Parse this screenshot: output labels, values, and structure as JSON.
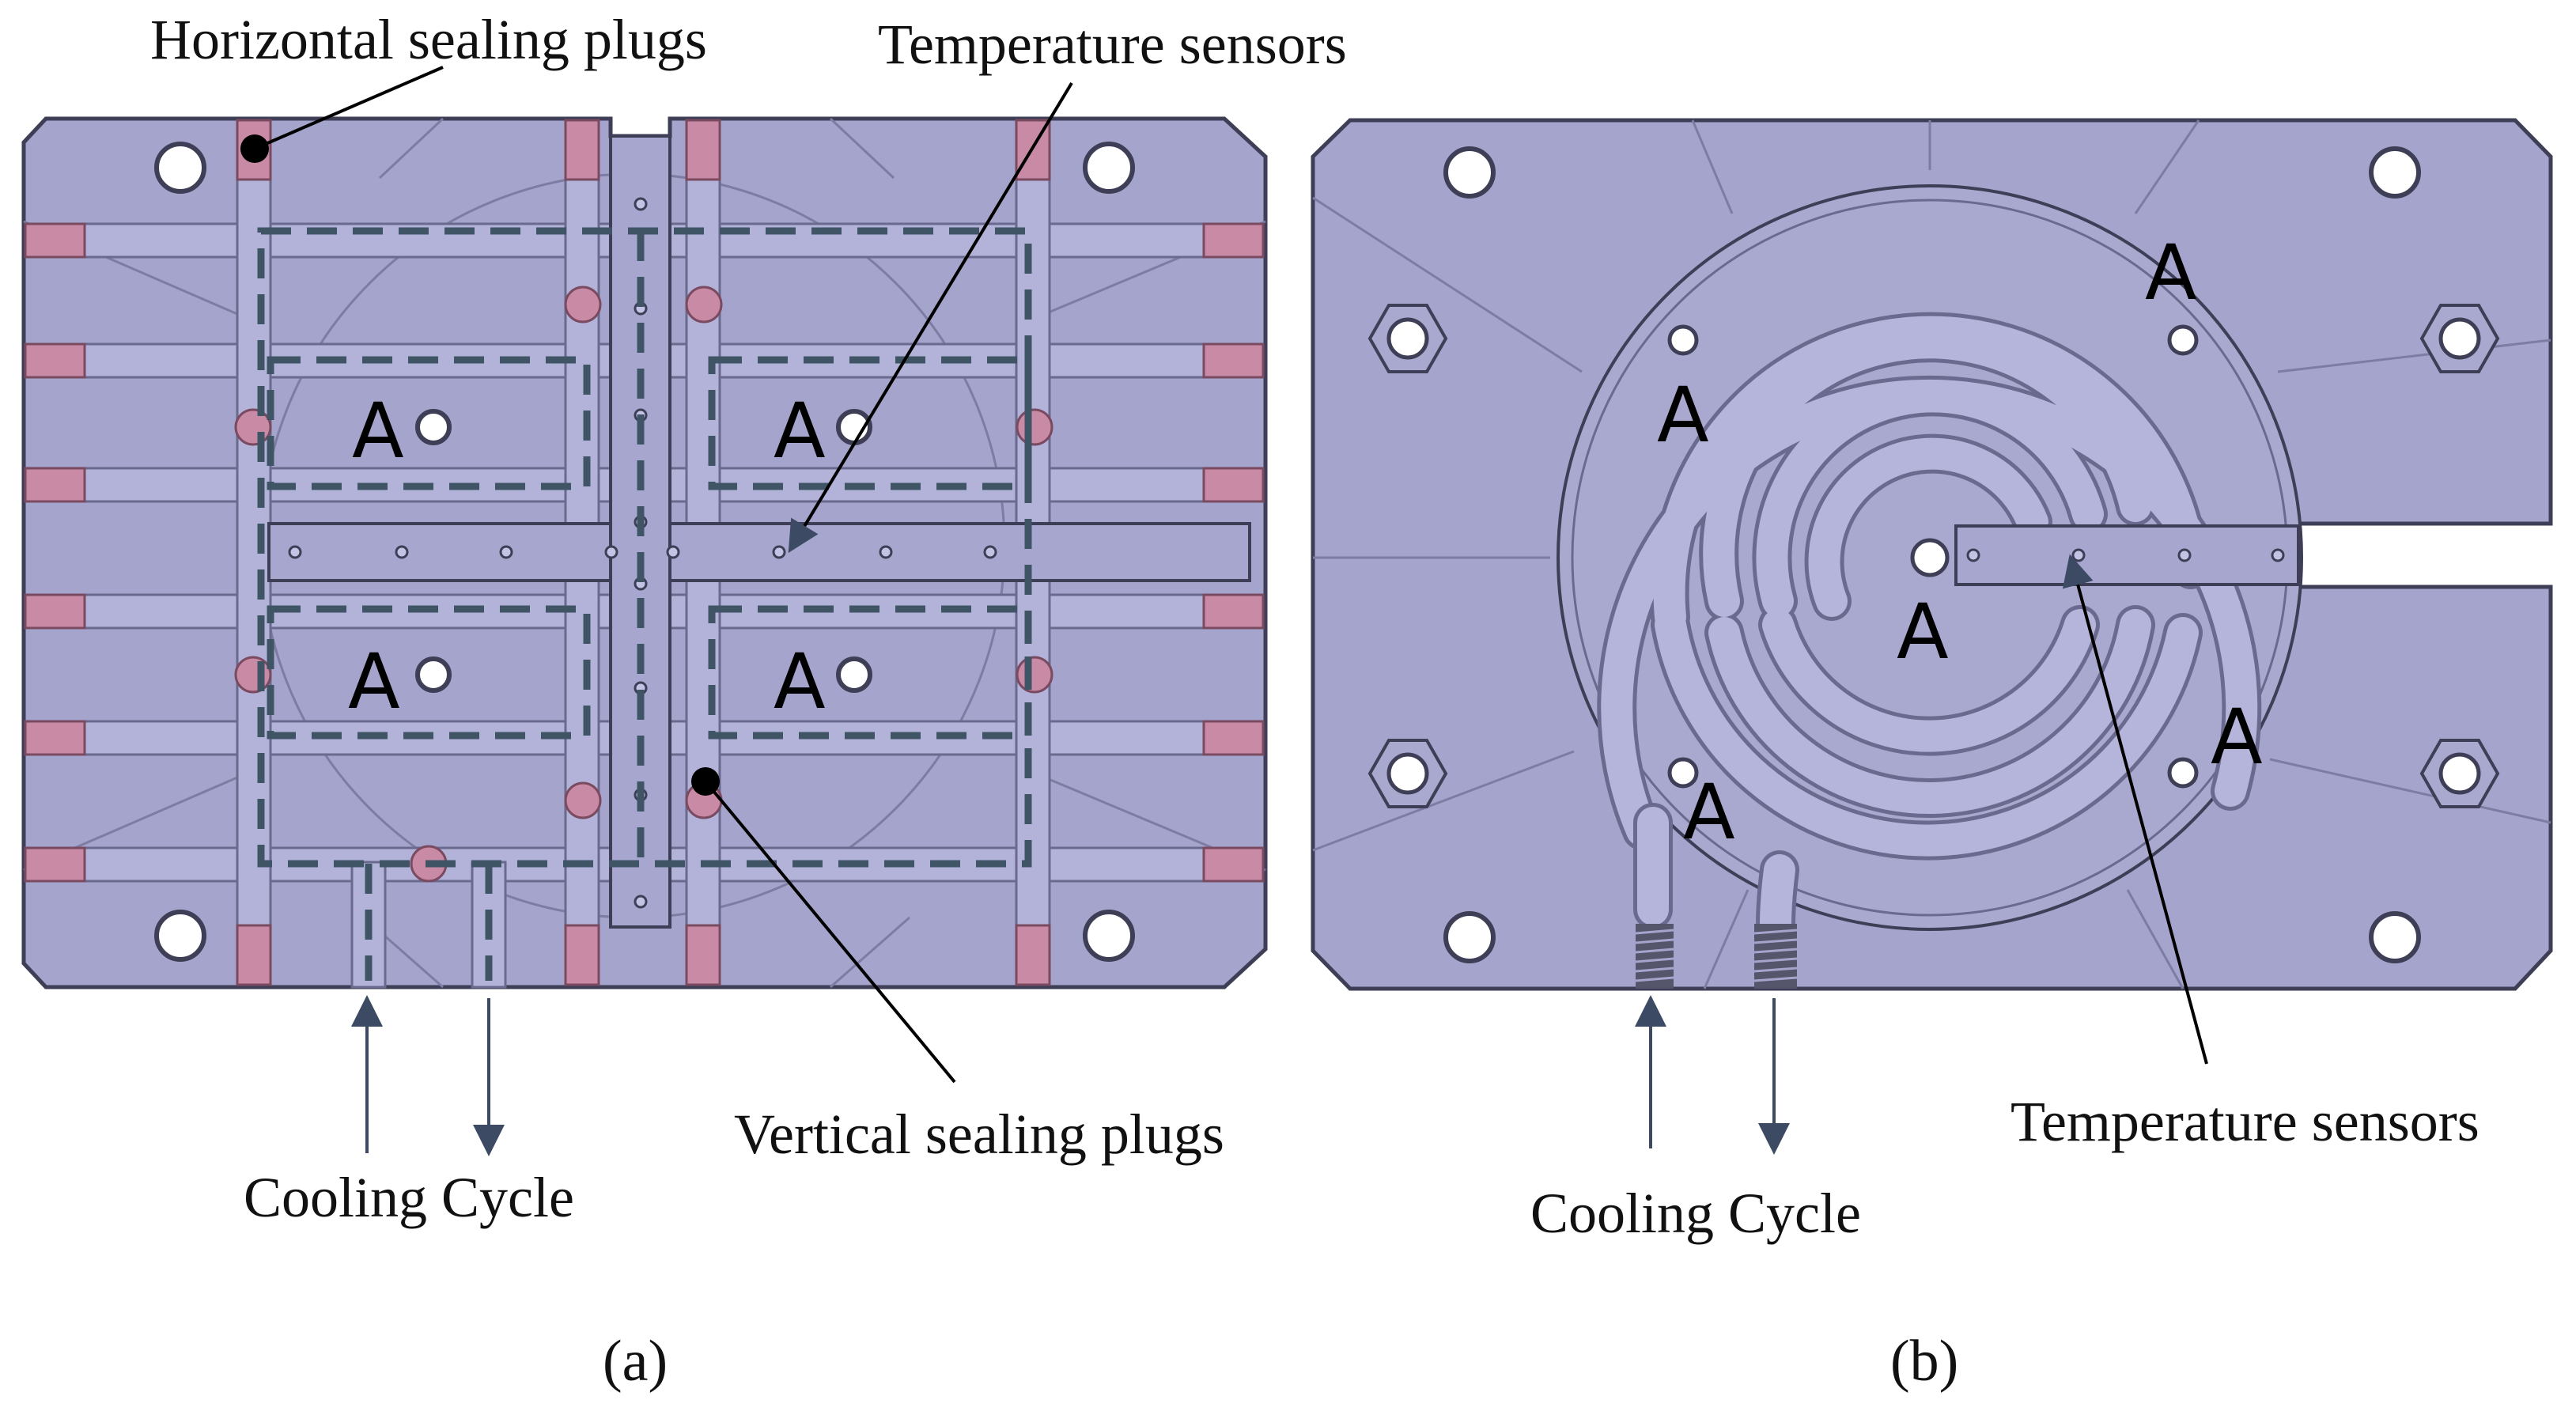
{
  "panel_a": {
    "caption": "(a)",
    "labels": {
      "horizontal_plugs": "Horizontal sealing plugs",
      "temp_sensors": "Temperature sensors",
      "vertical_plugs": "Vertical sealing plugs",
      "cooling_cycle": "Cooling Cycle"
    },
    "region_marker": "A"
  },
  "panel_b": {
    "caption": "(b)",
    "labels": {
      "temp_sensors": "Temperature sensors",
      "cooling_cycle": "Cooling Cycle"
    },
    "region_marker": "A"
  },
  "colors": {
    "plate": "#a4a4cc",
    "plate_edge": "#3e3e56",
    "channel": "#b3b3da",
    "channel_edge": "#6a6a8e",
    "plug": "#c98aa5",
    "dashed": "#3f5566",
    "arrow": "#3c4b63"
  }
}
